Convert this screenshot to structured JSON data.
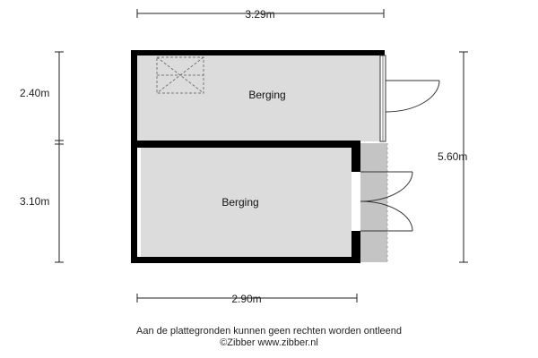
{
  "dimensions": {
    "top": "3.29m",
    "bottom": "2.90m",
    "left_upper": "2.40m",
    "left_lower": "3.10m",
    "right": "5.60m"
  },
  "rooms": [
    {
      "label": "Berging"
    },
    {
      "label": "Berging"
    }
  ],
  "footer": {
    "disclaimer": "Aan de plattegronden kunnen geen rechten worden ontleend",
    "credit": "©Zibber www.zibber.nl"
  },
  "colors": {
    "floor": "#dcdcdc",
    "wall": "#000000",
    "outside_strip": "#c4c4c4"
  }
}
